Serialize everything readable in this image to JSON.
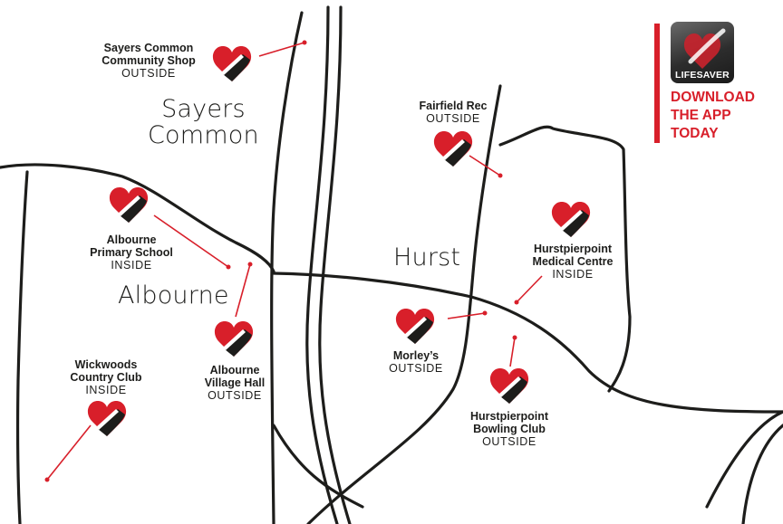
{
  "places": [
    {
      "key": "sayers",
      "lines": [
        "Sayers",
        "Common"
      ]
    },
    {
      "key": "hurst",
      "lines": [
        "Hurst"
      ]
    },
    {
      "key": "albourne",
      "lines": [
        "Albourne"
      ]
    }
  ],
  "defib_sites": [
    {
      "name": [
        "Sayers Common",
        "Community Shop"
      ],
      "location": "OUTSIDE"
    },
    {
      "name": [
        "Fairfield Rec"
      ],
      "location": "OUTSIDE"
    },
    {
      "name": [
        "Albourne",
        "Primary School"
      ],
      "location": "INSIDE"
    },
    {
      "name": [
        "Hurstpierpoint",
        "Medical Centre"
      ],
      "location": "INSIDE"
    },
    {
      "name": [
        "Albourne",
        "Village Hall"
      ],
      "location": "OUTSIDE"
    },
    {
      "name": [
        "Morley’s"
      ],
      "location": "OUTSIDE"
    },
    {
      "name": [
        "Wickwoods",
        "Country Club"
      ],
      "location": "INSIDE"
    },
    {
      "name": [
        "Hurstpierpoint",
        "Bowling Club"
      ],
      "location": "OUTSIDE"
    }
  ],
  "promo": {
    "app_icon_label": "LIFESAVER",
    "lines": [
      "DOWNLOAD",
      "THE APP",
      "TODAY"
    ],
    "accent_color": "#d81f2a"
  },
  "colors": {
    "road": "#1d1d1b",
    "heart": "#d81f2a",
    "heart_shadow": "#1d1d1b"
  },
  "icons": {
    "site_marker": "heart-defibrillator-icon"
  }
}
